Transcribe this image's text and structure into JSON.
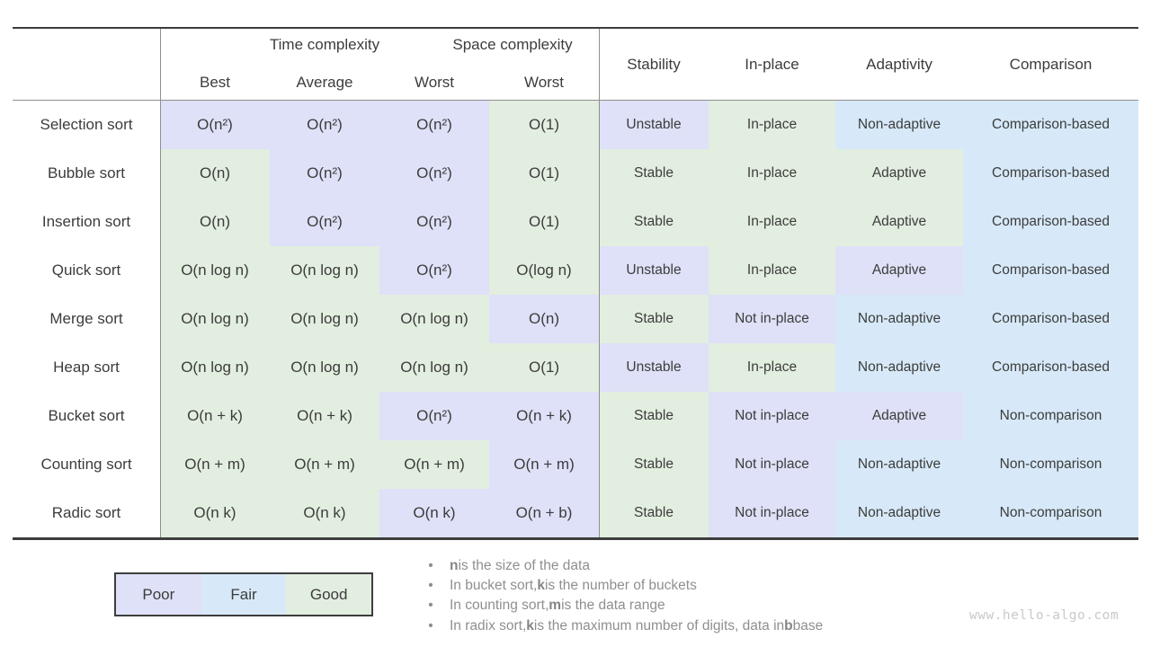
{
  "chart_data": {
    "type": "table",
    "column_groups": [
      {
        "label": "Time complexity",
        "spans": [
          "Best",
          "Average",
          "Worst"
        ]
      },
      {
        "label": "Space complexity",
        "spans": [
          "Worst"
        ]
      }
    ],
    "columns": [
      "Best",
      "Average",
      "Worst",
      "Worst",
      "Stability",
      "In-place",
      "Adaptivity",
      "Comparison"
    ],
    "rows": [
      {
        "name": "Selection sort",
        "cells": [
          {
            "text": "O(n²)",
            "rating": "poor"
          },
          {
            "text": "O(n²)",
            "rating": "poor"
          },
          {
            "text": "O(n²)",
            "rating": "poor"
          },
          {
            "text": "O(1)",
            "rating": "good"
          },
          {
            "text": "Unstable",
            "rating": "poor"
          },
          {
            "text": "In-place",
            "rating": "good"
          },
          {
            "text": "Non-adaptive",
            "rating": "fair"
          },
          {
            "text": "Comparison-based",
            "rating": "fair"
          }
        ]
      },
      {
        "name": "Bubble sort",
        "cells": [
          {
            "text": "O(n)",
            "rating": "good"
          },
          {
            "text": "O(n²)",
            "rating": "poor"
          },
          {
            "text": "O(n²)",
            "rating": "poor"
          },
          {
            "text": "O(1)",
            "rating": "good"
          },
          {
            "text": "Stable",
            "rating": "good"
          },
          {
            "text": "In-place",
            "rating": "good"
          },
          {
            "text": "Adaptive",
            "rating": "good"
          },
          {
            "text": "Comparison-based",
            "rating": "fair"
          }
        ]
      },
      {
        "name": "Insertion sort",
        "cells": [
          {
            "text": "O(n)",
            "rating": "good"
          },
          {
            "text": "O(n²)",
            "rating": "poor"
          },
          {
            "text": "O(n²)",
            "rating": "poor"
          },
          {
            "text": "O(1)",
            "rating": "good"
          },
          {
            "text": "Stable",
            "rating": "good"
          },
          {
            "text": "In-place",
            "rating": "good"
          },
          {
            "text": "Adaptive",
            "rating": "good"
          },
          {
            "text": "Comparison-based",
            "rating": "fair"
          }
        ]
      },
      {
        "name": "Quick sort",
        "cells": [
          {
            "text": "O(n log n)",
            "rating": "good"
          },
          {
            "text": "O(n log n)",
            "rating": "good"
          },
          {
            "text": "O(n²)",
            "rating": "poor"
          },
          {
            "text": "O(log n)",
            "rating": "good"
          },
          {
            "text": "Unstable",
            "rating": "poor"
          },
          {
            "text": "In-place",
            "rating": "good"
          },
          {
            "text": "Adaptive",
            "rating": "poor"
          },
          {
            "text": "Comparison-based",
            "rating": "fair"
          }
        ]
      },
      {
        "name": "Merge sort",
        "cells": [
          {
            "text": "O(n log n)",
            "rating": "good"
          },
          {
            "text": "O(n log n)",
            "rating": "good"
          },
          {
            "text": "O(n log n)",
            "rating": "good"
          },
          {
            "text": "O(n)",
            "rating": "poor"
          },
          {
            "text": "Stable",
            "rating": "good"
          },
          {
            "text": "Not in-place",
            "rating": "poor"
          },
          {
            "text": "Non-adaptive",
            "rating": "fair"
          },
          {
            "text": "Comparison-based",
            "rating": "fair"
          }
        ]
      },
      {
        "name": "Heap sort",
        "cells": [
          {
            "text": "O(n log n)",
            "rating": "good"
          },
          {
            "text": "O(n log n)",
            "rating": "good"
          },
          {
            "text": "O(n log n)",
            "rating": "good"
          },
          {
            "text": "O(1)",
            "rating": "good"
          },
          {
            "text": "Unstable",
            "rating": "poor"
          },
          {
            "text": "In-place",
            "rating": "good"
          },
          {
            "text": "Non-adaptive",
            "rating": "fair"
          },
          {
            "text": "Comparison-based",
            "rating": "fair"
          }
        ]
      },
      {
        "name": "Bucket sort",
        "cells": [
          {
            "text": "O(n + k)",
            "rating": "good"
          },
          {
            "text": "O(n + k)",
            "rating": "good"
          },
          {
            "text": "O(n²)",
            "rating": "poor"
          },
          {
            "text": "O(n + k)",
            "rating": "poor"
          },
          {
            "text": "Stable",
            "rating": "good"
          },
          {
            "text": "Not in-place",
            "rating": "poor"
          },
          {
            "text": "Adaptive",
            "rating": "poor"
          },
          {
            "text": "Non-comparison",
            "rating": "fair"
          }
        ]
      },
      {
        "name": "Counting sort",
        "cells": [
          {
            "text": "O(n + m)",
            "rating": "good"
          },
          {
            "text": "O(n + m)",
            "rating": "good"
          },
          {
            "text": "O(n + m)",
            "rating": "good"
          },
          {
            "text": "O(n + m)",
            "rating": "poor"
          },
          {
            "text": "Stable",
            "rating": "good"
          },
          {
            "text": "Not in-place",
            "rating": "poor"
          },
          {
            "text": "Non-adaptive",
            "rating": "fair"
          },
          {
            "text": "Non-comparison",
            "rating": "fair"
          }
        ]
      },
      {
        "name": "Radic sort",
        "cells": [
          {
            "text": "O(n k)",
            "rating": "good"
          },
          {
            "text": "O(n k)",
            "rating": "good"
          },
          {
            "text": "O(n k)",
            "rating": "poor"
          },
          {
            "text": "O(n + b)",
            "rating": "poor"
          },
          {
            "text": "Stable",
            "rating": "good"
          },
          {
            "text": "Not in-place",
            "rating": "poor"
          },
          {
            "text": "Non-adaptive",
            "rating": "fair"
          },
          {
            "text": "Non-comparison",
            "rating": "fair"
          }
        ]
      }
    ],
    "legend": [
      {
        "label": "Poor",
        "rating": "poor"
      },
      {
        "label": "Fair",
        "rating": "fair"
      },
      {
        "label": "Good",
        "rating": "good"
      }
    ],
    "notes": [
      [
        {
          "text": "n",
          "bold": true
        },
        {
          "text": " is the size of the data",
          "bold": false
        }
      ],
      [
        {
          "text": "In bucket sort, ",
          "bold": false
        },
        {
          "text": "k",
          "bold": true
        },
        {
          "text": " is the number of buckets",
          "bold": false
        }
      ],
      [
        {
          "text": "In counting sort, ",
          "bold": false
        },
        {
          "text": "m",
          "bold": true
        },
        {
          "text": " is the data range",
          "bold": false
        }
      ],
      [
        {
          "text": "In radix sort, ",
          "bold": false
        },
        {
          "text": "k",
          "bold": true
        },
        {
          "text": " is the maximum number of digits, data in ",
          "bold": false
        },
        {
          "text": "b",
          "bold": true
        },
        {
          "text": " base",
          "bold": false
        }
      ]
    ],
    "watermark": "www.hello-algo.com"
  },
  "colors": {
    "poor": "#dee1f7",
    "fair": "#d7e9f8",
    "good": "#e2eedf",
    "border_dark": "#3d3d3d",
    "grid_line": "#8f8f8f",
    "text_dark": "#3c3c3c",
    "notes_gray": "#8f8f8f",
    "watermark_gray": "#c9c9c9"
  }
}
